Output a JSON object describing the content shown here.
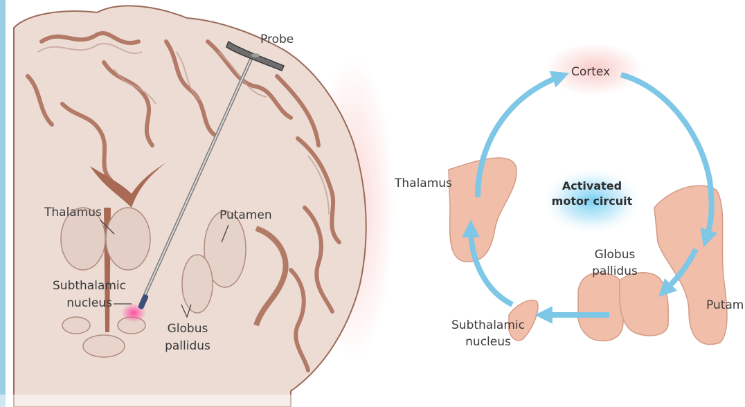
{
  "left_panel": {
    "probe": "Probe",
    "thalamus": "Thalamus",
    "putamen": "Putamen",
    "subthalamic_1": "Subthalamic",
    "subthalamic_2": "nucleus",
    "globus_1": "Globus",
    "globus_2": "pallidus"
  },
  "right_panel": {
    "cortex": "Cortex",
    "activated_1": "Activated",
    "activated_2": "motor circuit",
    "thalamus": "Thalamus",
    "globus_1": "Globus",
    "globus_2": "pallidus",
    "putamen": "Putam",
    "subthalamic_1": "Subthalamic",
    "subthalamic_2": "nucleus"
  },
  "colors": {
    "brain_fill": "#ead9d1",
    "brain_outline": "#8c5a4a",
    "sulcus": "#a86a55",
    "nucleus_fill": "#efbca6",
    "arrow": "#7fc7e6",
    "probe_stimulation": "#e85aa0"
  }
}
